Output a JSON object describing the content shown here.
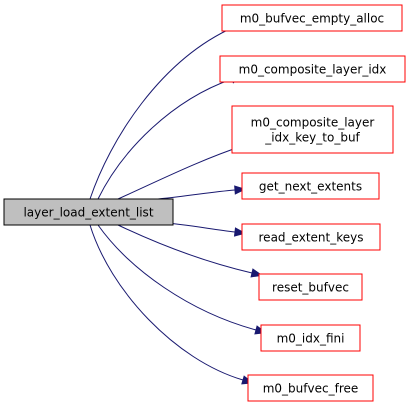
{
  "graph": {
    "source": {
      "label": "layer_load_extent_list",
      "fill": "#bfbfbf",
      "stroke": "#000000"
    },
    "targets": [
      {
        "lines": [
          "m0_bufvec_empty_alloc"
        ]
      },
      {
        "lines": [
          "m0_composite_layer_idx"
        ]
      },
      {
        "lines": [
          "m0_composite_layer",
          "_idx_key_to_buf"
        ]
      },
      {
        "lines": [
          "get_next_extents"
        ]
      },
      {
        "lines": [
          "read_extent_keys"
        ]
      },
      {
        "lines": [
          "reset_bufvec"
        ]
      },
      {
        "lines": [
          "m0_idx_fini"
        ]
      },
      {
        "lines": [
          "m0_bufvec_free"
        ]
      }
    ],
    "target_fill": "#ffffff",
    "target_stroke": "#ff0000",
    "edge_color": "#191970"
  }
}
